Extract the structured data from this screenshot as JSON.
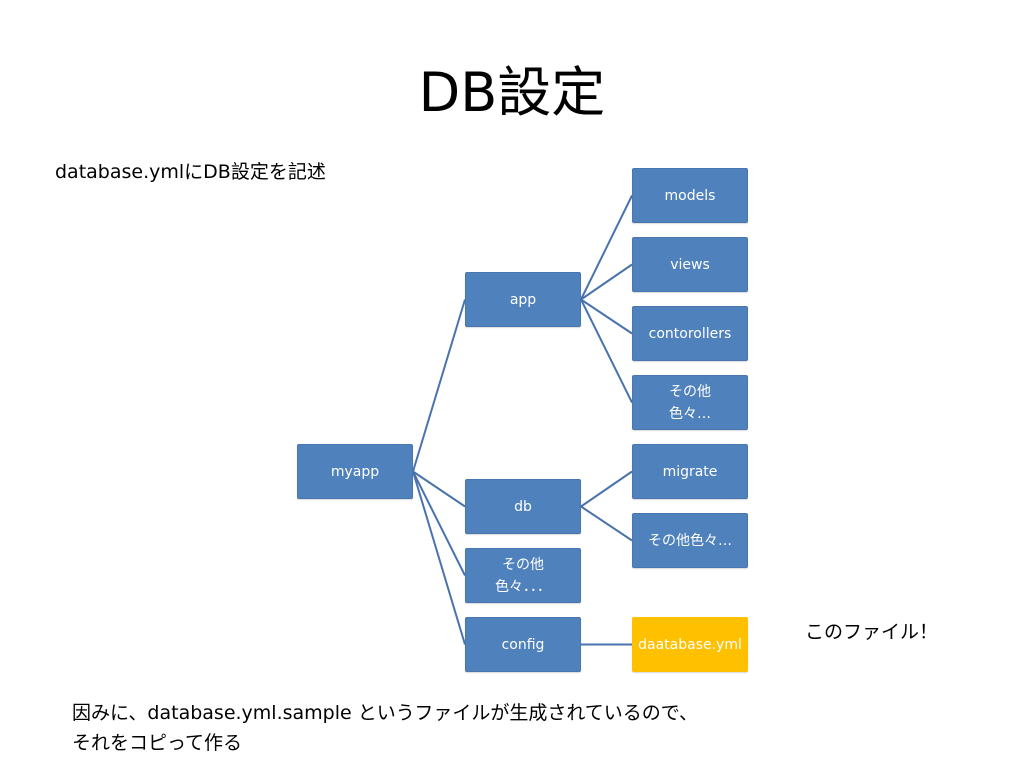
{
  "slide": {
    "title": "DB設定",
    "subtitle": "database.ymlにDB設定を記述",
    "callout": "このファイル！",
    "footnote": [
      "因みに、database.yml.sample というファイルが生成されているので、",
      "それをコピって作る"
    ]
  },
  "colors": {
    "node": "#4f81bd",
    "node_border": "#4a76b0",
    "highlight": "#ffc000",
    "link": "#4a73ad"
  },
  "tree": {
    "root": "myapp",
    "app": "app",
    "app_children": [
      "models",
      "views",
      "contorollers",
      "その他\n色々…"
    ],
    "db": "db",
    "db_children": [
      "migrate",
      "その他色々…"
    ],
    "other": "その他\n色々．．．",
    "config": "config",
    "config_child": "daatabase.yml"
  }
}
